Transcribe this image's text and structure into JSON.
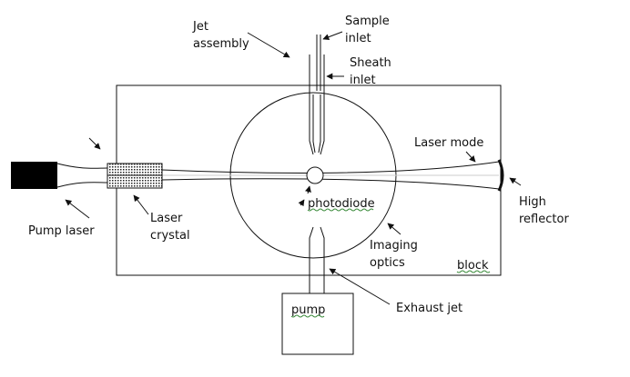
{
  "labels": {
    "jet_assembly": [
      "Jet",
      "assembly"
    ],
    "sample_inlet": [
      "Sample",
      "inlet"
    ],
    "sheath_inlet": [
      "Sheath",
      "inlet"
    ],
    "laser_mode": "Laser mode",
    "high_reflector": [
      "High",
      "reflector"
    ],
    "photodiode": "photodiode",
    "pump_laser": "Pump laser",
    "laser_crystal": [
      "Laser",
      "crystal"
    ],
    "imaging_optics": [
      "Imaging",
      "optics"
    ],
    "block": "block",
    "exhaust_jet": "Exhaust jet",
    "pump": "pump"
  },
  "colors": {
    "line": "#111111",
    "spell_underline": "#3a8a3a",
    "crystal_fill": "#b0b0b0"
  }
}
